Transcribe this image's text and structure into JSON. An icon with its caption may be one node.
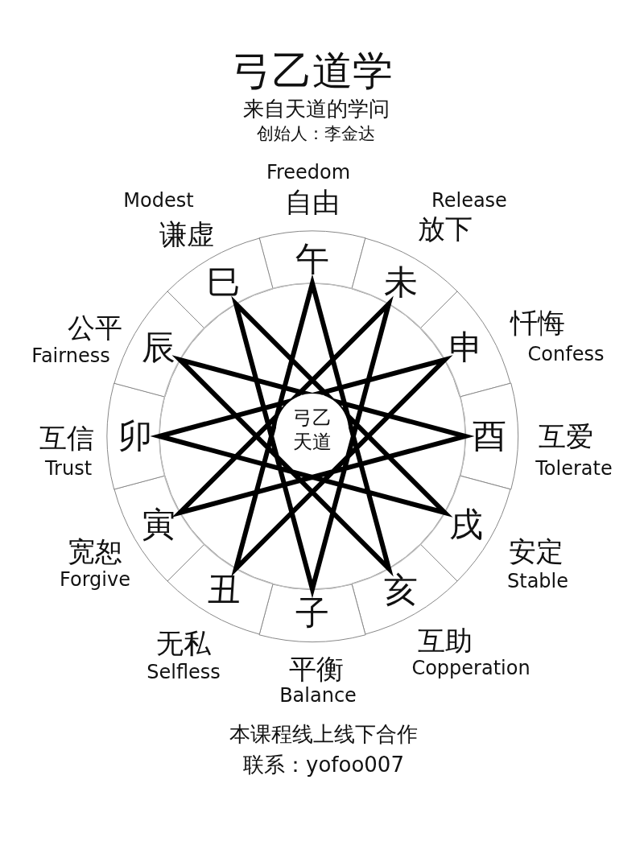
{
  "diagram": {
    "title": "弓乙道学",
    "nodes": [
      {
        "text": [
          "午"
        ],
        "beside": [
          "Freedom",
          "自由"
        ]
      },
      {
        "text": [
          "未"
        ],
        "beside": [
          "Release",
          "放下"
        ]
      },
      {
        "text": [
          "申"
        ],
        "beside": [
          "忏悔",
          "Confess"
        ]
      },
      {
        "text": [
          "酉"
        ],
        "beside": [
          "互爱",
          "Tolerate"
        ]
      },
      {
        "text": [
          "戌"
        ],
        "beside": [
          "安定",
          "Stable"
        ]
      },
      {
        "text": [
          "亥"
        ],
        "beside": [
          "互助",
          "Copperation"
        ]
      },
      {
        "text": [
          "子"
        ],
        "beside": [
          "平衡",
          "Balance"
        ]
      },
      {
        "text": [
          "丑"
        ],
        "beside": [
          "无私",
          "Selfless"
        ]
      },
      {
        "text": [
          "寅"
        ],
        "beside": [
          "宽恕",
          "Forgive"
        ]
      },
      {
        "text": [
          "卯"
        ],
        "beside": [
          "互信",
          "Trust"
        ]
      },
      {
        "text": [
          "辰"
        ],
        "beside": [
          "公平",
          "Fairness"
        ]
      },
      {
        "text": [
          "巳"
        ],
        "beside": [
          "Modest",
          "谦虚"
        ]
      },
      {
        "text": [
          "弓乙天道"
        ]
      }
    ],
    "labels": [
      "来自天道的学问",
      "创始人：李金达",
      "本课程线上线下合作",
      "联系：yofoo007"
    ]
  }
}
